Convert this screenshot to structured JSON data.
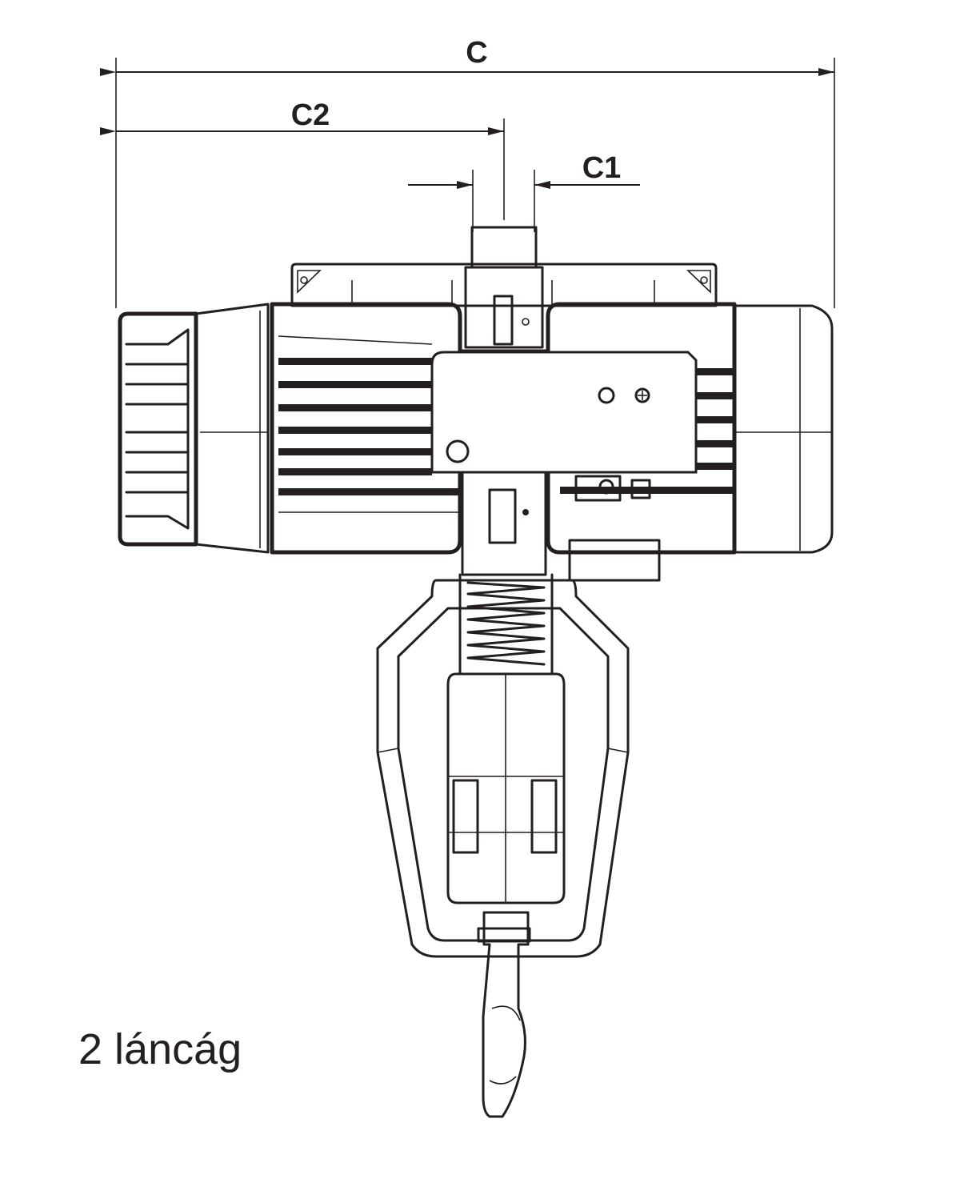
{
  "dimensions": {
    "overall": "C",
    "left": "C2",
    "center": "C1"
  },
  "caption": "2 láncág",
  "colors": {
    "line": "#231f20",
    "background": "#ffffff"
  }
}
